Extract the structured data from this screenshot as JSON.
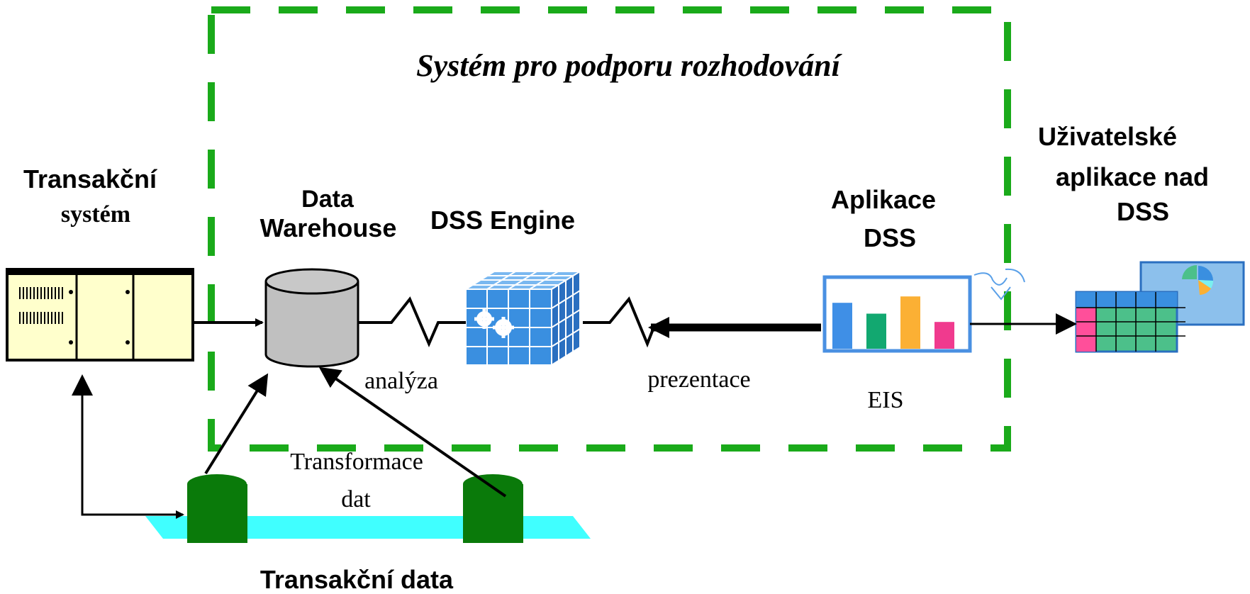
{
  "labels": {
    "system_title": "Systém pro podporu rozhodování",
    "transakcni_line1": "Transakční",
    "transakcni_line2": "systém",
    "dw_line1": "Data",
    "dw_line2": "Warehouse",
    "dss_engine": "DSS Engine",
    "aplikace_line1": "Aplikace",
    "aplikace_line2": "DSS",
    "uziv_line1": "Uživatelské",
    "uziv_line2": "aplikace nad",
    "uziv_line3": "DSS",
    "analyza": "analýza",
    "prezentace": "prezentace",
    "eis": "EIS",
    "transformace_line1": "Transformace",
    "transformace_line2": "dat",
    "transakcni_data": "Transakční data"
  },
  "colors": {
    "dashed_border": "#1aaa1a",
    "cyan_platform": "#40ffff",
    "db_green": "#0a7a0a",
    "server_fill": "#ffffcc",
    "cylinder_gray": "#c0c0c0",
    "cube_blue": "#3a8fe0",
    "chart_frame": "#4a90e2",
    "bar_blue": "#3f8fe6",
    "bar_green": "#12a870",
    "bar_orange": "#fbb034",
    "bar_pink": "#f03a8e",
    "sheet_green": "#4cc08a",
    "sheet_pink": "#ff4f9a",
    "sheet_blue": "#3a8fe0",
    "light_blue_panel": "#8cc0ec"
  },
  "eis_chart": {
    "values": [
      0.72,
      0.55,
      0.82,
      0.42
    ]
  },
  "icons": [
    "server-icon",
    "database-icon",
    "cube-gears-icon",
    "bar-chart-icon",
    "spreadsheet-icon",
    "pie-chart-icon"
  ]
}
